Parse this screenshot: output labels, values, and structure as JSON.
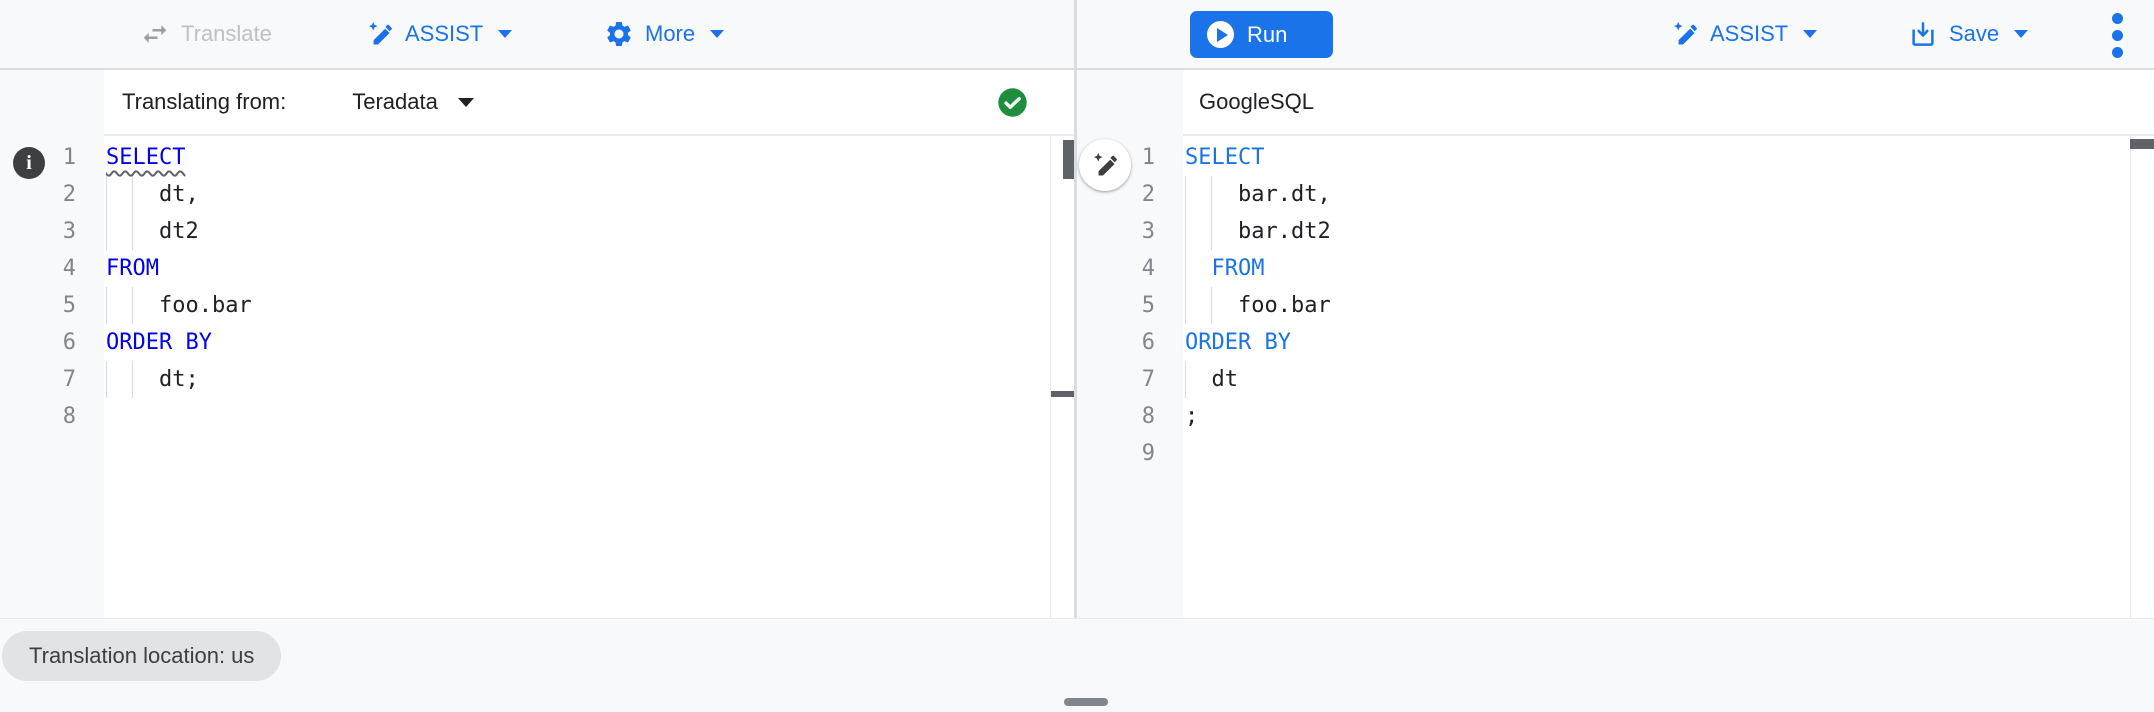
{
  "toolbar": {
    "translate": {
      "label": "Translate",
      "icon": "swap-arrows-icon",
      "disabled": true
    },
    "assist_left": {
      "label": "ASSIST",
      "icon": "magic-pen-icon"
    },
    "more": {
      "label": "More",
      "icon": "gear-icon"
    },
    "run": {
      "label": "Run",
      "icon": "play-icon"
    },
    "assist_right": {
      "label": "ASSIST",
      "icon": "magic-pen-icon"
    },
    "save": {
      "label": "Save",
      "icon": "save-icon"
    },
    "overflow": {
      "icon": "kebab-menu-icon"
    }
  },
  "left_pane": {
    "header": {
      "label": "Translating from:",
      "dialect": "Teradata",
      "status_icon": "green-check-icon"
    },
    "gutter_info_icon": "info-icon",
    "editor": {
      "lines": [
        {
          "n": 1,
          "guides": [],
          "segments": [
            {
              "text": "SELECT",
              "type": "keyword",
              "squiggle": true
            }
          ]
        },
        {
          "n": 2,
          "guides": [
            0,
            2
          ],
          "segments": [
            {
              "text": "    dt,",
              "type": "plain"
            }
          ]
        },
        {
          "n": 3,
          "guides": [
            0,
            2
          ],
          "segments": [
            {
              "text": "    dt2",
              "type": "plain"
            }
          ]
        },
        {
          "n": 4,
          "guides": [],
          "segments": [
            {
              "text": "FROM",
              "type": "keyword"
            }
          ]
        },
        {
          "n": 5,
          "guides": [
            0,
            2
          ],
          "segments": [
            {
              "text": "    foo.bar",
              "type": "plain"
            }
          ]
        },
        {
          "n": 6,
          "guides": [],
          "segments": [
            {
              "text": "ORDER BY",
              "type": "keyword"
            }
          ]
        },
        {
          "n": 7,
          "guides": [
            0,
            2
          ],
          "segments": [
            {
              "text": "    dt;",
              "type": "plain"
            }
          ]
        },
        {
          "n": 8,
          "guides": [],
          "segments": []
        }
      ]
    }
  },
  "right_pane": {
    "header": {
      "label": "GoogleSQL"
    },
    "assist_fab_icon": "magic-pen-icon",
    "editor": {
      "lines": [
        {
          "n": 1,
          "guides": [],
          "segments": [
            {
              "text": "SELECT",
              "type": "keyword"
            }
          ]
        },
        {
          "n": 2,
          "guides": [
            0,
            2
          ],
          "segments": [
            {
              "text": "    bar.dt,",
              "type": "plain"
            }
          ]
        },
        {
          "n": 3,
          "guides": [
            0,
            2
          ],
          "segments": [
            {
              "text": "    bar.dt2",
              "type": "plain"
            }
          ]
        },
        {
          "n": 4,
          "guides": [
            0
          ],
          "segments": [
            {
              "text": "  ",
              "type": "plain"
            },
            {
              "text": "FROM",
              "type": "keyword"
            }
          ]
        },
        {
          "n": 5,
          "guides": [
            0,
            2
          ],
          "segments": [
            {
              "text": "    foo.bar",
              "type": "plain"
            }
          ]
        },
        {
          "n": 6,
          "guides": [],
          "segments": [
            {
              "text": "ORDER BY",
              "type": "keyword"
            }
          ]
        },
        {
          "n": 7,
          "guides": [
            0
          ],
          "segments": [
            {
              "text": "  dt",
              "type": "plain"
            }
          ]
        },
        {
          "n": 8,
          "guides": [],
          "segments": [
            {
              "text": ";",
              "type": "plain"
            }
          ]
        },
        {
          "n": 9,
          "guides": [],
          "segments": []
        }
      ]
    }
  },
  "status_bar": {
    "location_chip": "Translation location: us"
  },
  "colors": {
    "accent": "#1a73e8",
    "keyword_left": "#0000f0",
    "keyword_right": "#1a73e8",
    "code_text": "#202124",
    "line_number": "#80868b",
    "success_green": "#1e8e3e",
    "disabled_text": "#bdc1c6",
    "scrollbar_thumb": "#5f6368",
    "chip_bg": "#e2e3e5",
    "toolbar_bg": "#f8f9fa"
  }
}
